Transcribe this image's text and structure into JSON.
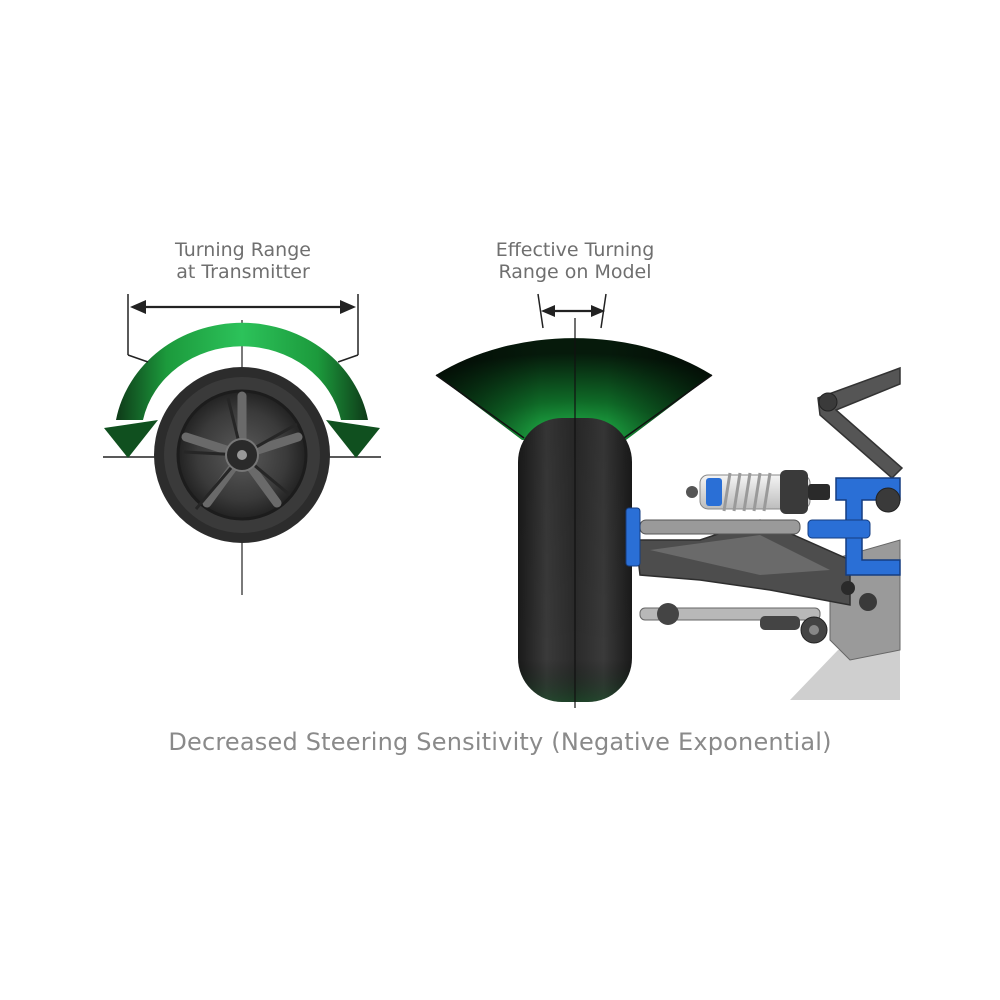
{
  "labels": {
    "transmitter_line1": "Turning Range",
    "transmitter_line2": "at Transmitter",
    "model_line1": "Effective Turning",
    "model_line2": "Range on Model"
  },
  "caption": "Decreased Steering Sensitivity (Negative Exponential)",
  "colors": {
    "range_green": "#1fa443",
    "range_dark": "#0b2a12",
    "chassis_blue": "#2a6fd6",
    "tire": "#2b2b2b",
    "label_gray": "#6f6f6f"
  }
}
